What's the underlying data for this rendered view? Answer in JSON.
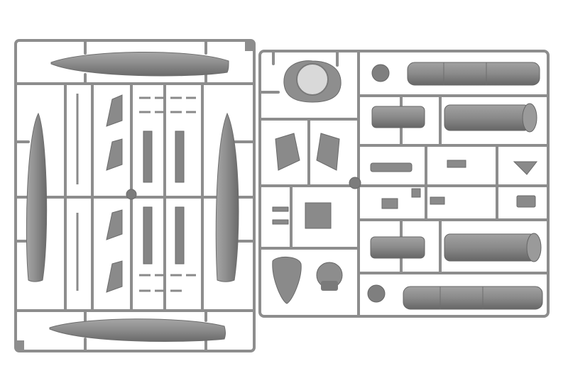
{
  "scene": {
    "background": "#ffffff",
    "plastic_color": "#8d8d8d",
    "plastic_dark": "#6e6e6e",
    "plastic_light": "#b4b4b4"
  },
  "sprues": [
    {
      "id": "left-sprue",
      "parts": [
        "drop-tank",
        "drop-tank",
        "drop-tank",
        "drop-tank",
        "pylon",
        "fin",
        "rack"
      ]
    },
    {
      "id": "right-sprue",
      "parts": [
        "nose-ring",
        "exhaust-nozzle",
        "exhaust-nozzle",
        "tail-pipe",
        "tail-pipe",
        "seat-bulkhead",
        "canopy-frame",
        "small-parts"
      ]
    }
  ]
}
